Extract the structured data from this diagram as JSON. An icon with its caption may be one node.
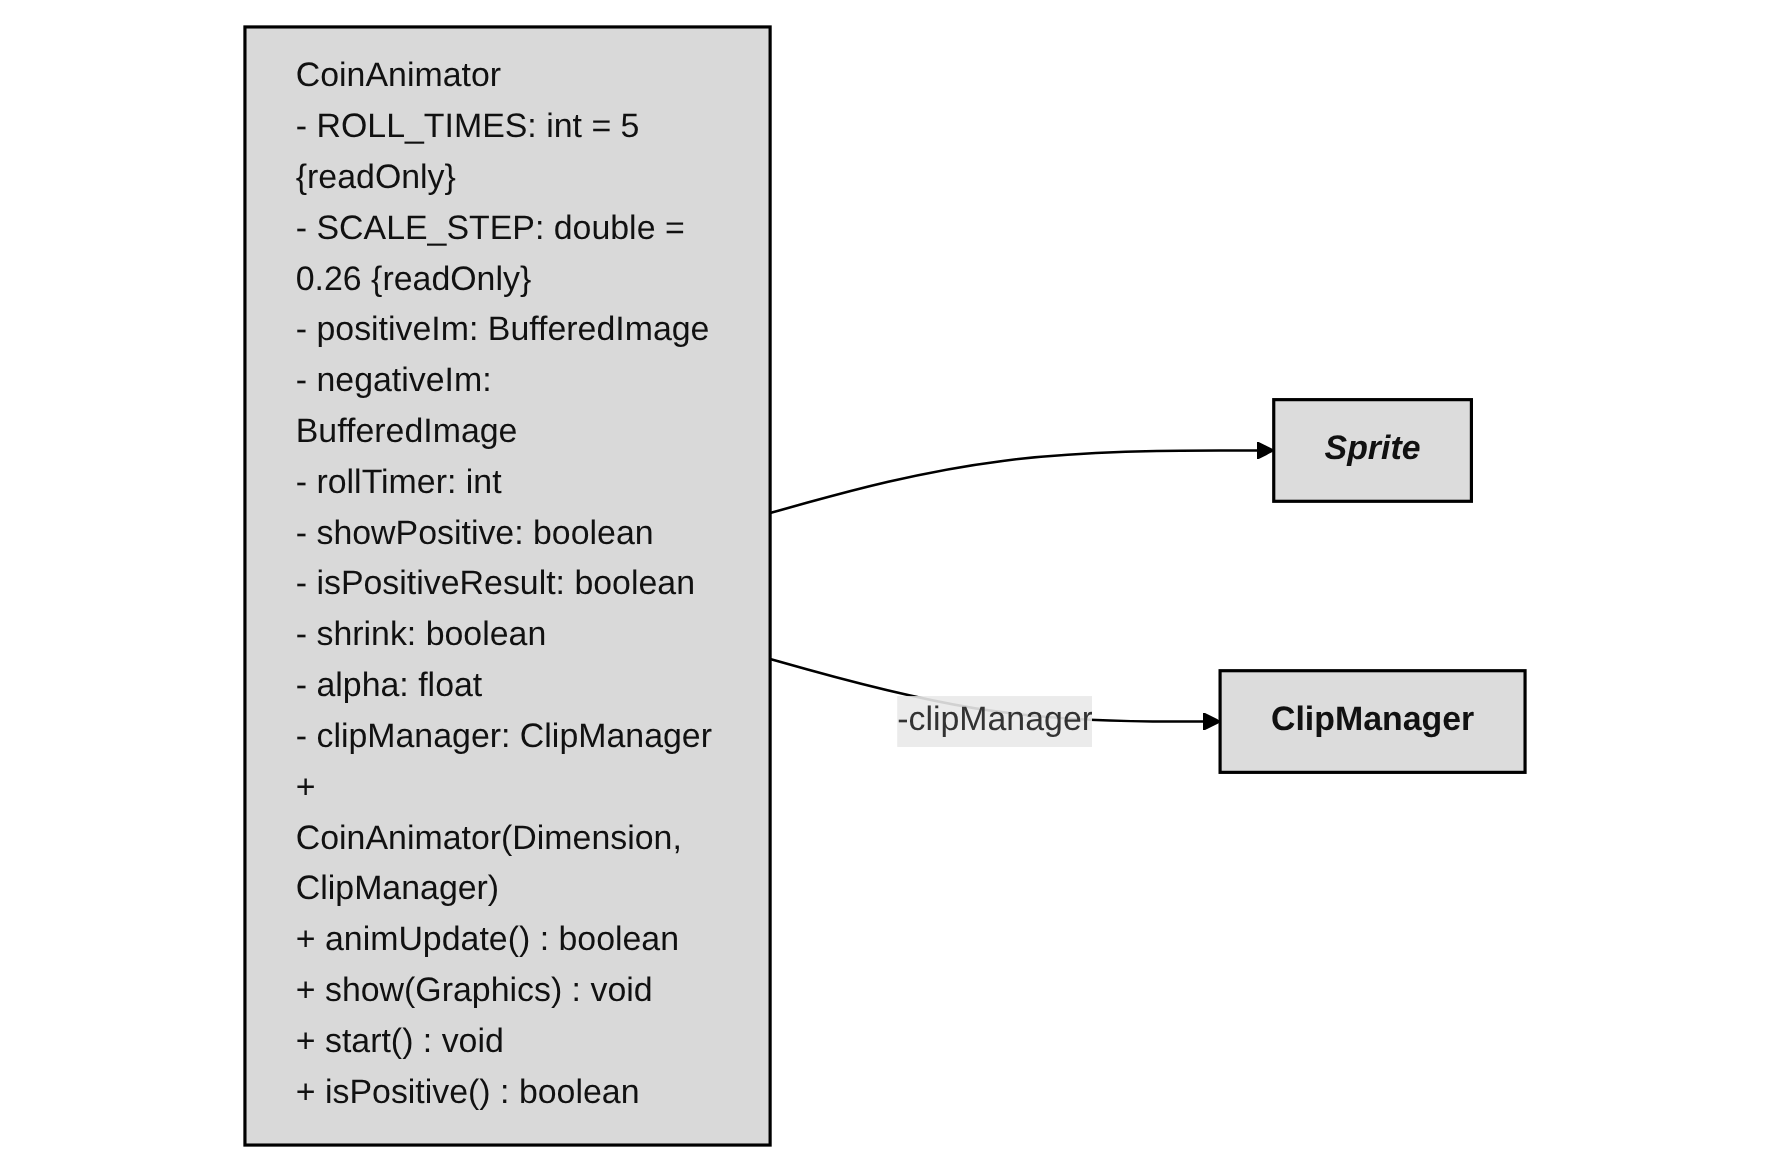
{
  "diagram": {
    "nodes": [
      {
        "text": [
          "CoinAnimator",
          "- ROLL_TIMES: int = 5 {readOnly}",
          "- SCALE_STEP: double = 0.26 {readOnly}",
          "- positiveIm: BufferedImage",
          "- negativeIm: BufferedImage",
          "- rollTimer: int",
          "- showPositive: boolean",
          "- isPositiveResult: boolean",
          "- shrink: boolean",
          "- alpha: float",
          "- clipManager: ClipManager",
          "+ CoinAnimator(Dimension, ClipManager)",
          "+ animUpdate() : boolean",
          "+ show(Graphics) : void",
          "+ start() : void",
          "+ isPositive() : boolean"
        ]
      },
      {
        "text": [
          "Sprite"
        ]
      },
      {
        "text": [
          "ClipManager"
        ]
      }
    ],
    "edges": [
      {
        "from": 0,
        "to": 1,
        "arrow": "to"
      },
      {
        "from": 0,
        "to": 2,
        "arrow": "to",
        "label": "-clipManager"
      }
    ]
  }
}
